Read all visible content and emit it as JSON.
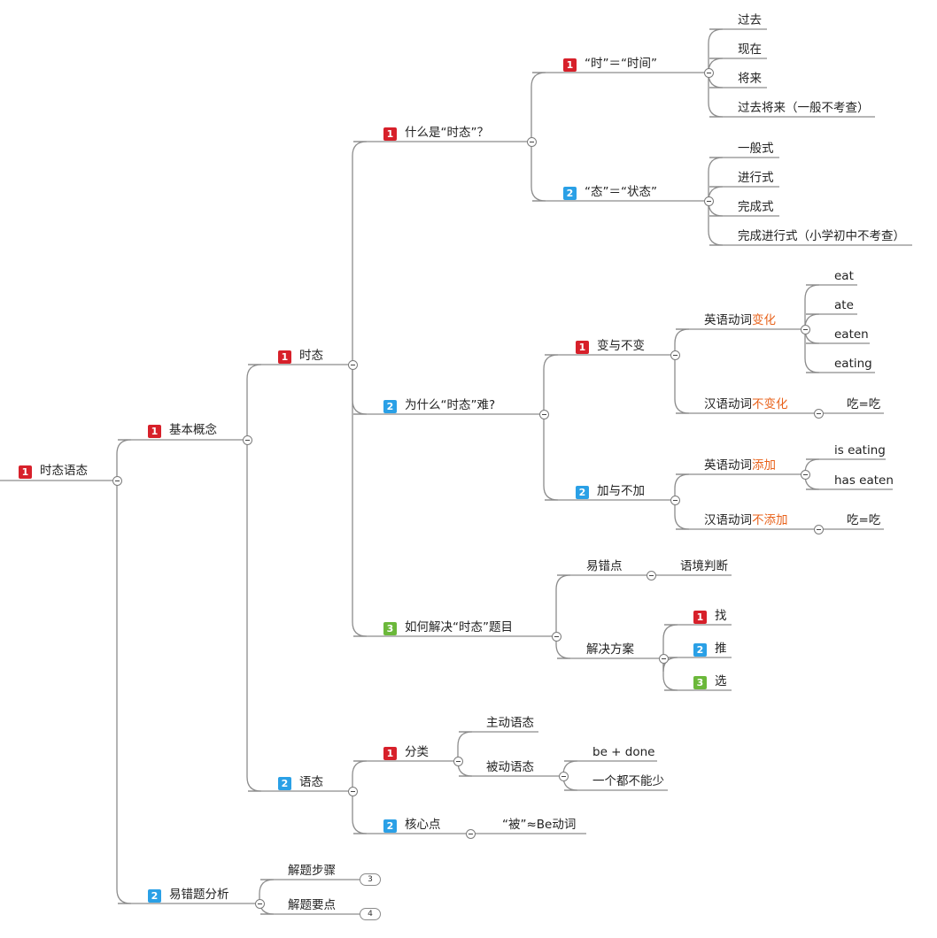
{
  "root": {
    "badge": "1",
    "label": "时态语态"
  },
  "n_basic": {
    "badge": "1",
    "label": "基本概念"
  },
  "n_tense": {
    "badge": "1",
    "label": "时态"
  },
  "n_what": {
    "badge": "1",
    "label": "什么是“时态”？"
  },
  "n_shi": {
    "badge": "1",
    "label": "“时”＝“时间”"
  },
  "shi_leaves": [
    "过去",
    "现在",
    "将来",
    "过去将来（一般不考查）"
  ],
  "n_tai": {
    "badge": "2",
    "label": "“态”＝“状态”"
  },
  "tai_leaves": [
    "一般式",
    "进行式",
    "完成式",
    "完成进行式（小学初中不考查）"
  ],
  "n_why": {
    "badge": "2",
    "label": "为什么“时态”难?"
  },
  "n_change": {
    "badge": "1",
    "label": "变与不变"
  },
  "n_en_change": {
    "pre": "英语动词",
    "hl": "变化"
  },
  "en_change_leaves": [
    "eat",
    "ate",
    "eaten",
    "eating"
  ],
  "n_cn_nochange": {
    "pre": "汉语动词",
    "hl": "不变化"
  },
  "cn_nochange_leaf": "吃=吃",
  "n_add": {
    "badge": "2",
    "label": "加与不加"
  },
  "n_en_add": {
    "pre": "英语动词",
    "hl": "添加"
  },
  "en_add_leaves": [
    "is eating",
    "has eaten"
  ],
  "n_cn_noadd": {
    "pre": "汉语动词",
    "hl": "不添加"
  },
  "cn_noadd_leaf": "吃=吃",
  "n_how": {
    "badge": "3",
    "label": "如何解决“时态”题目"
  },
  "n_err": {
    "label": "易错点"
  },
  "err_leaf": "语境判断",
  "n_solve": {
    "label": "解决方案"
  },
  "solve_leaves": [
    {
      "badge": "1",
      "label": "找"
    },
    {
      "badge": "2",
      "label": "推"
    },
    {
      "badge": "3",
      "label": "选"
    }
  ],
  "n_voice": {
    "badge": "2",
    "label": "语态"
  },
  "n_class": {
    "badge": "1",
    "label": "分类"
  },
  "n_active": {
    "label": "主动语态"
  },
  "n_passive": {
    "label": "被动语态"
  },
  "passive_leaves": [
    "be + done",
    "一个都不能少"
  ],
  "n_core": {
    "badge": "2",
    "label": "核心点"
  },
  "core_leaf": "“被”≈Be动词",
  "n_mistake": {
    "badge": "2",
    "label": "易错题分析"
  },
  "n_steps": {
    "label": "解题步骤",
    "count": "3"
  },
  "n_points": {
    "label": "解题要点",
    "count": "4"
  },
  "colors": {
    "red": "#d7202a",
    "blue": "#2aa0e6",
    "green": "#6bb83a",
    "highlight": "#e8621b",
    "line": "#8c8c8c"
  }
}
